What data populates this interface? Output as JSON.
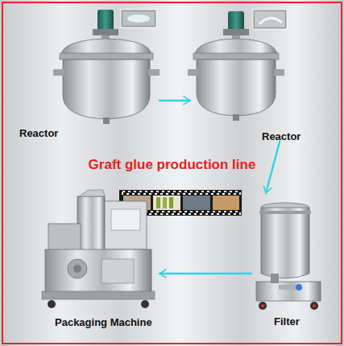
{
  "diagram": {
    "title": "Graft glue production line",
    "nodes": [
      {
        "text": [
          "Reactor"
        ]
      },
      {
        "text": [
          "Reactor"
        ]
      },
      {
        "text": [
          "Filter"
        ]
      },
      {
        "text": [
          "Packaging Machine"
        ]
      }
    ],
    "edges": [
      {
        "from": 0,
        "to": 1,
        "arrow": "to"
      },
      {
        "from": 1,
        "to": 2,
        "arrow": "to"
      },
      {
        "from": 2,
        "to": 3,
        "arrow": "to"
      }
    ]
  }
}
